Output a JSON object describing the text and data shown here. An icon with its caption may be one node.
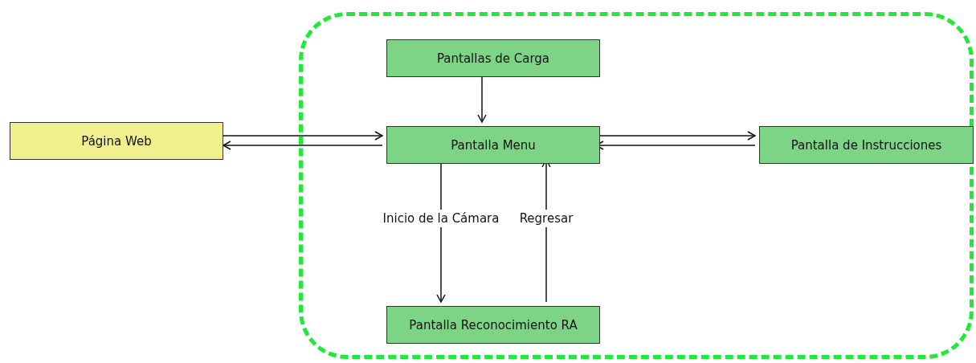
{
  "diagram": {
    "nodes": [
      {
        "text": [],
        "shape": "box"
      },
      {
        "text": [
          "Pantallas de Carga"
        ],
        "in": 0
      },
      {
        "text": [
          "Página Web"
        ]
      },
      {
        "text": [
          "Pantalla Menu"
        ],
        "in": 0
      },
      {
        "text": [
          "Pantalla de Instrucciones"
        ],
        "in": 0
      },
      {
        "text": [
          "Pantalla Reconocimiento RA"
        ],
        "in": 0
      }
    ],
    "edges": [
      {
        "from": 1,
        "to": 3,
        "arrow": "to"
      },
      {
        "from": 2,
        "to": 3,
        "arrow": "to"
      },
      {
        "from": 3,
        "to": 2,
        "arrow": "to"
      },
      {
        "from": 3,
        "to": 4,
        "arrow": "to"
      },
      {
        "from": 4,
        "to": 3,
        "arrow": "to"
      },
      {
        "from": 3,
        "to": 5,
        "arrow": "to",
        "label": "Inicio de la Cámara"
      },
      {
        "from": 5,
        "to": 3,
        "arrow": "to",
        "label": "Regresar"
      }
    ]
  }
}
